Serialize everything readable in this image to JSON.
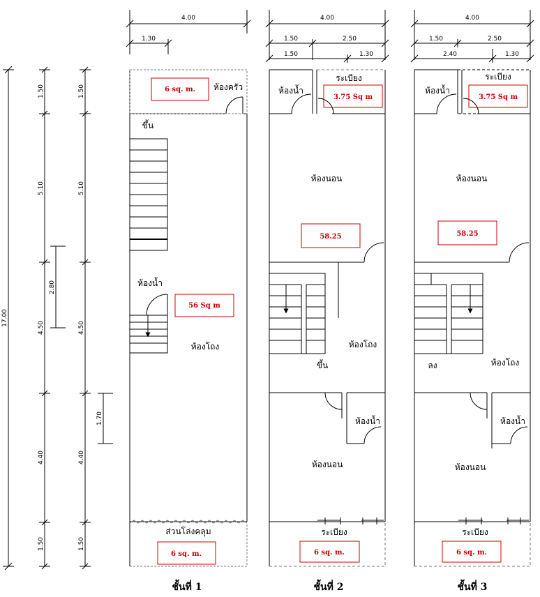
{
  "colors": {
    "line": "#000000",
    "area_box": "#cc0000",
    "background": "#ffffff"
  },
  "dims": {
    "top": {
      "w400": "4.00",
      "w130": "1.30",
      "w150": "1.50",
      "w250": "2.50",
      "w240": "2.40"
    },
    "left": {
      "total": "17.00",
      "d150": "1.50",
      "d510": "5.10",
      "d450": "4.50",
      "d440": "4.40",
      "d280": "2.80",
      "d170": "1.70"
    }
  },
  "floors": [
    {
      "label": "ชั้นที่ 1",
      "rooms": {
        "kitchen": "ห้องครัว",
        "bath": "ห้องน้ำ",
        "living": "ห้องโถง",
        "porch": "ส่วนโล่งคลุม",
        "stair": "ขึ้น"
      },
      "areas": {
        "kitchen": "6 sq. m.",
        "bath": "56 Sq m",
        "porch": "6 sq. m."
      }
    },
    {
      "label": "ชั้นที่ 2",
      "rooms": {
        "bath_top": "ห้องน้ำ",
        "balcony_top": "ระเบียง",
        "bedroom_front": "ห้องนอน",
        "living": "ห้องโถง",
        "stair": "ขึ้น",
        "bath_back": "ห้องน้ำ",
        "bedroom_back": "ห้องนอน",
        "balcony_bottom": "ระเบียง"
      },
      "areas": {
        "balcony_top": "3.75 Sq m",
        "bedroom": "58.25",
        "balcony_bottom": "6 sq. m."
      }
    },
    {
      "label": "ชั้นที่ 3",
      "rooms": {
        "bath_top": "ห้องน้ำ",
        "balcony_top": "ระเบียง",
        "bedroom_front": "ห้องนอน",
        "stair": "ลง",
        "living": "ห้องโถง",
        "bath_back": "ห้องน้ำ",
        "bedroom_back": "ห้องนอน",
        "balcony_bottom": "ระเบียง"
      },
      "areas": {
        "balcony_top": "3.75 Sq m",
        "bedroom": "58.25",
        "balcony_bottom": "6 sq. m."
      }
    }
  ]
}
